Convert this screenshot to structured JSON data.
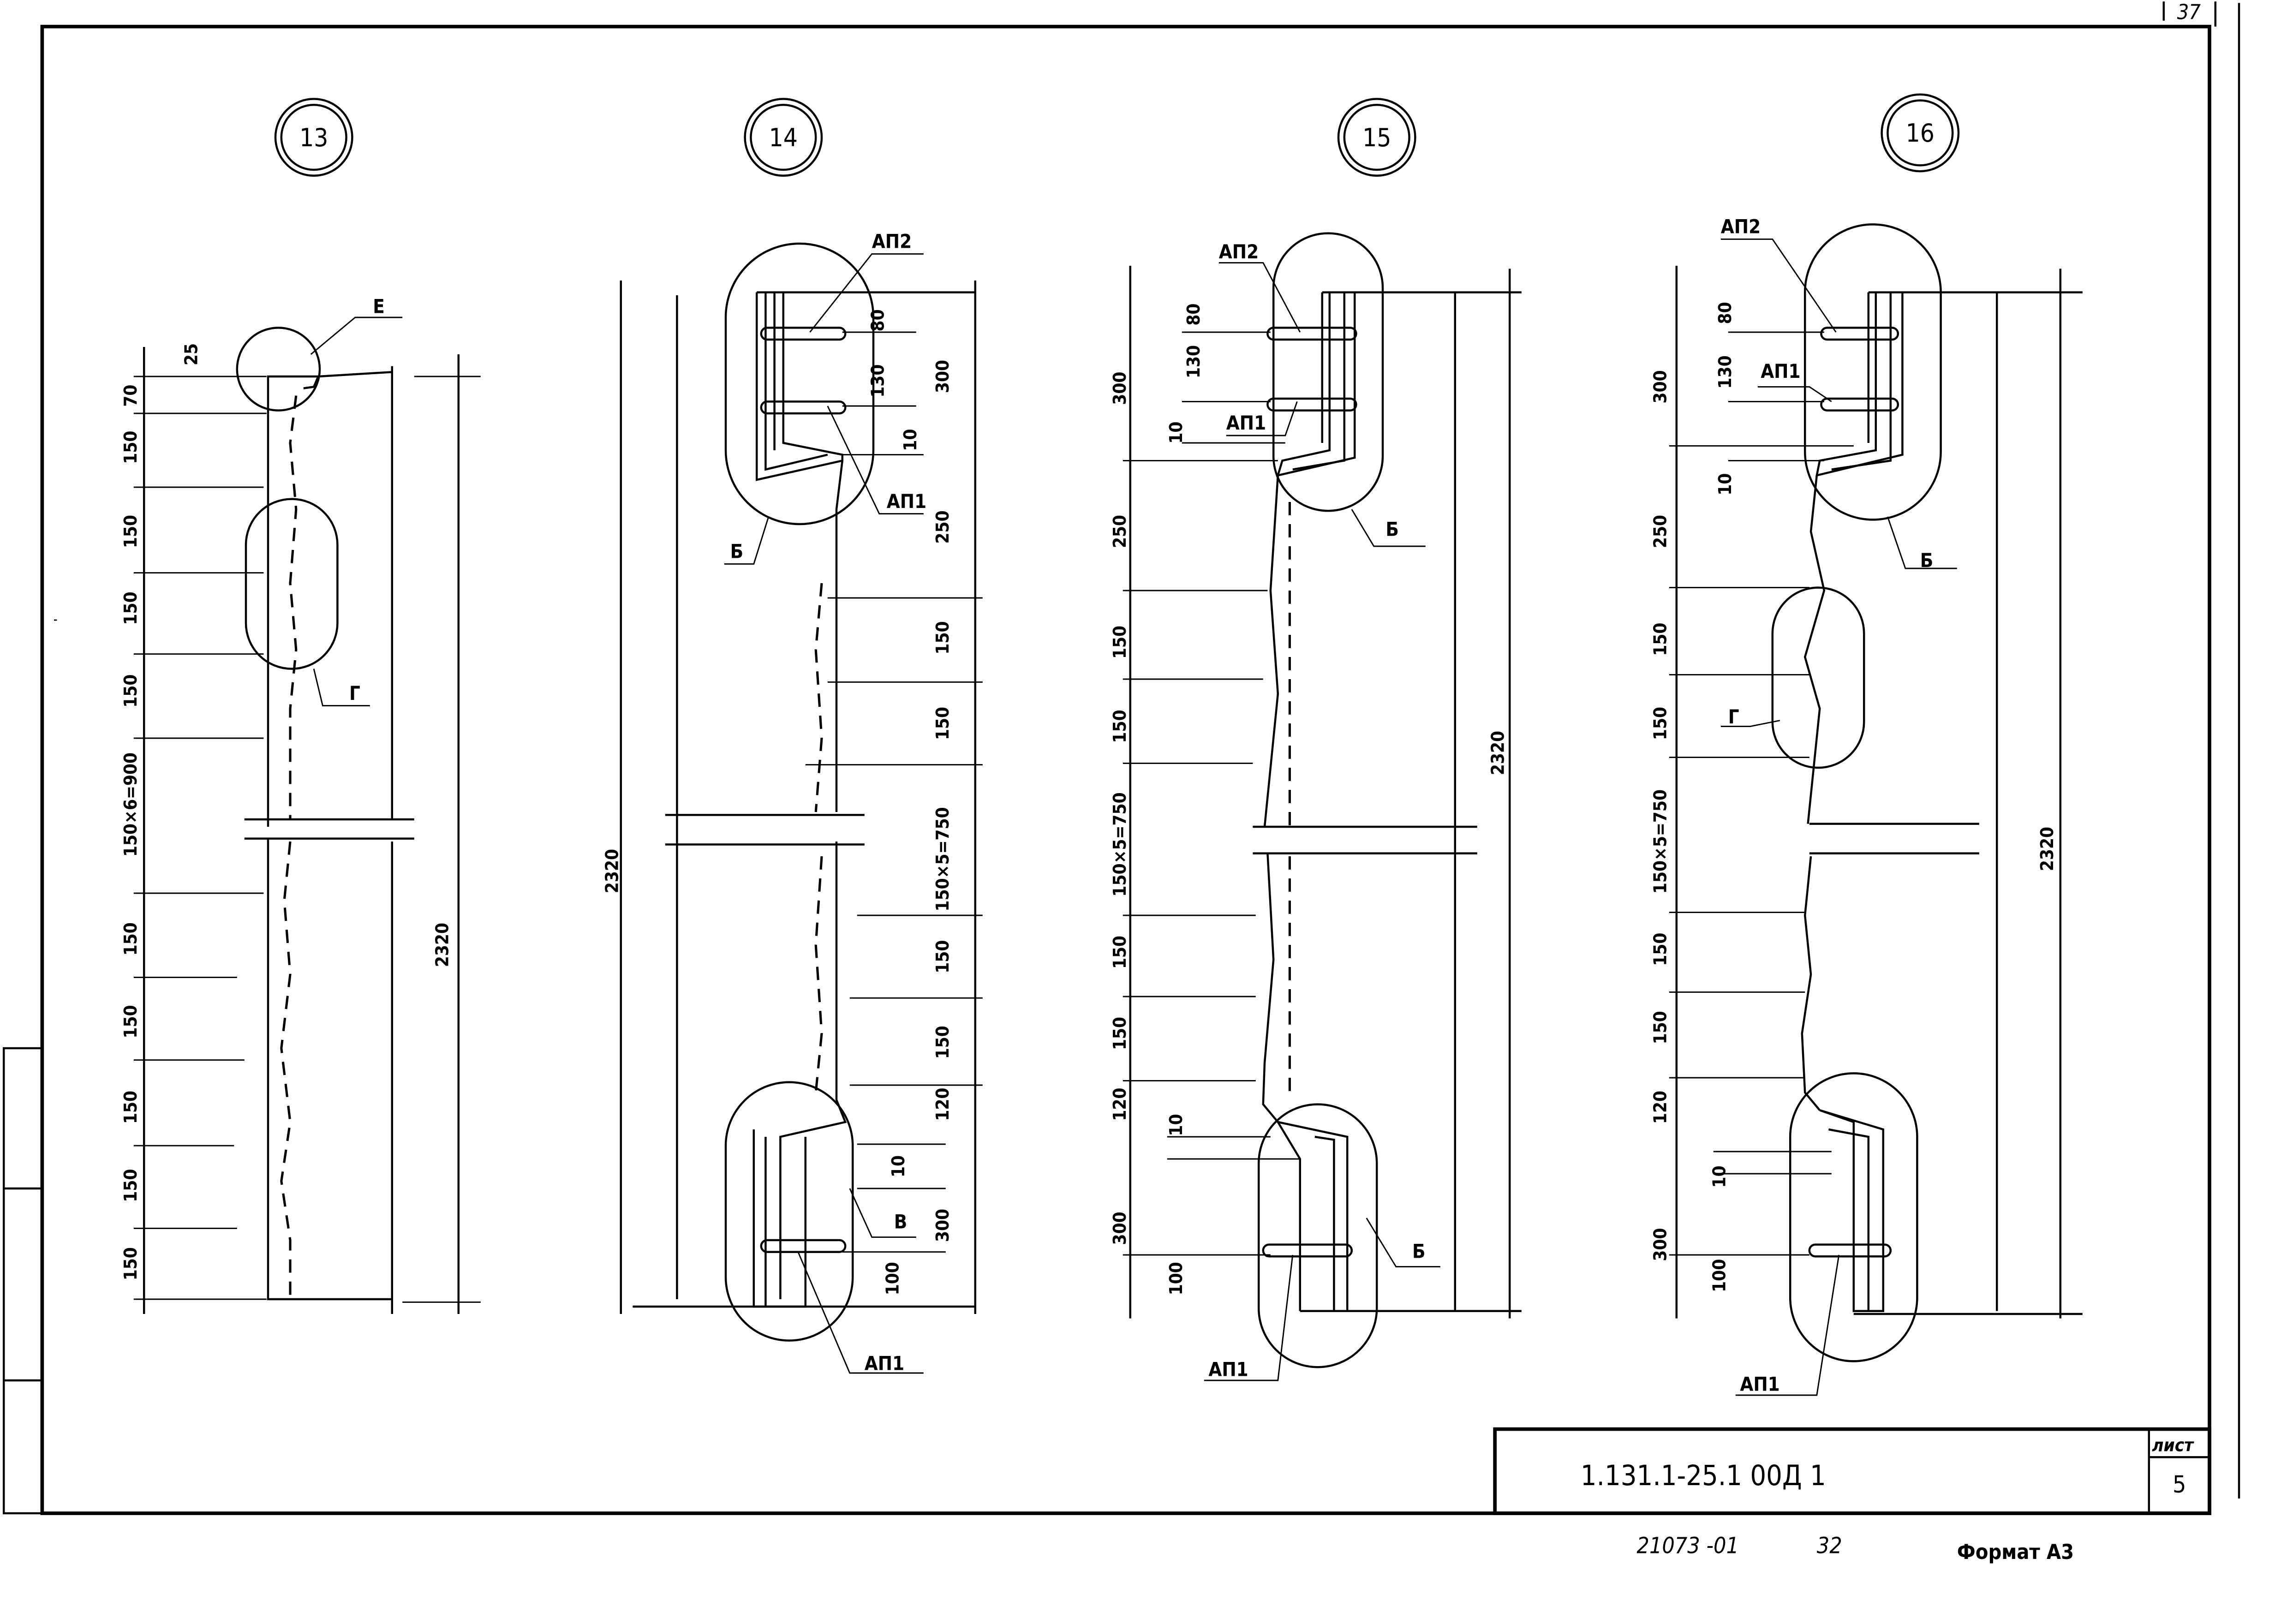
{
  "sheet_corner_number": "37",
  "title_block": {
    "designation": "1.131.1-25.1  00Д 1",
    "sheet_label": "лист",
    "sheet_number": "5"
  },
  "footer": {
    "inventory": "21073 -01",
    "copy": "32",
    "format": "Формат А3"
  },
  "panels": [
    {
      "marker": "13",
      "labels": [
        "Е",
        "Г"
      ],
      "dims": [
        "25",
        "70",
        "150",
        "150",
        "150",
        "150",
        "150×6=900",
        "150",
        "150",
        "150",
        "150",
        "150",
        "2320"
      ]
    },
    {
      "marker": "14",
      "labels": [
        "АП2",
        "АП1",
        "Б",
        "В",
        "АП1"
      ],
      "dims": [
        "80",
        "130",
        "10",
        "300",
        "250",
        "150",
        "150",
        "150×5=750",
        "150",
        "150",
        "120",
        "10",
        "300",
        "100",
        "2320"
      ]
    },
    {
      "marker": "15",
      "labels": [
        "АП2",
        "АП1",
        "Б",
        "Б",
        "АП1"
      ],
      "dims": [
        "300",
        "80",
        "130",
        "10",
        "250",
        "150",
        "150",
        "150×5=750",
        "150",
        "150",
        "120",
        "10",
        "300",
        "100",
        "2320"
      ]
    },
    {
      "marker": "16",
      "labels": [
        "АП2",
        "АП1",
        "Б",
        "Г",
        "АП1"
      ],
      "dims": [
        "300",
        "80",
        "130",
        "10",
        "250",
        "150",
        "150",
        "150×5=750",
        "150",
        "150",
        "120",
        "10",
        "300",
        "100",
        "2320"
      ]
    }
  ]
}
